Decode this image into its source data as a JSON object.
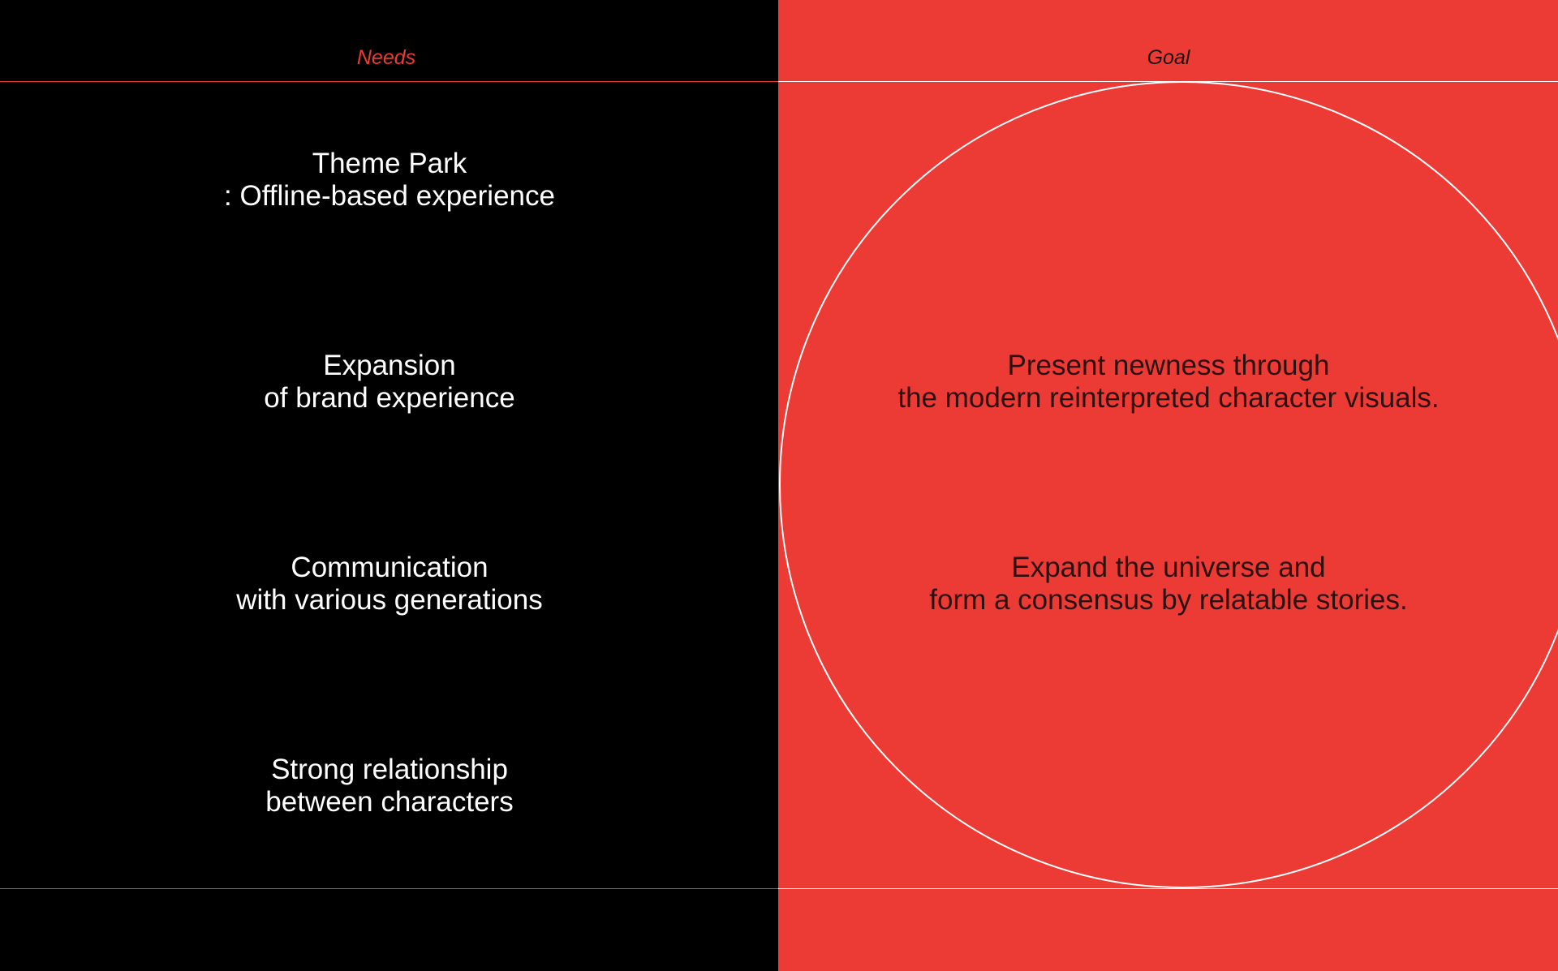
{
  "headers": {
    "needs": "Needs",
    "goal": "Goal"
  },
  "needs": [
    {
      "line1": "Theme Park",
      "line2": ": Offline-based experience"
    },
    {
      "line1": "Expansion",
      "line2": "of brand experience"
    },
    {
      "line1": "Communication",
      "line2": "with various generations"
    },
    {
      "line1": "Strong relationship",
      "line2": "between characters"
    }
  ],
  "goals": [
    {
      "line1": "Present newness through",
      "line2": "the modern reinterpreted character visuals."
    },
    {
      "line1": "Expand the universe and",
      "line2": "form a consensus by relatable stories."
    }
  ],
  "colors": {
    "left_background": "#000000",
    "right_background": "#EC3A34",
    "needs_header": "#EC3A34",
    "goal_header": "#1a0d0d",
    "needs_text": "#ffffff",
    "goal_text": "#2a1010",
    "circle_stroke": "#ffffff"
  }
}
